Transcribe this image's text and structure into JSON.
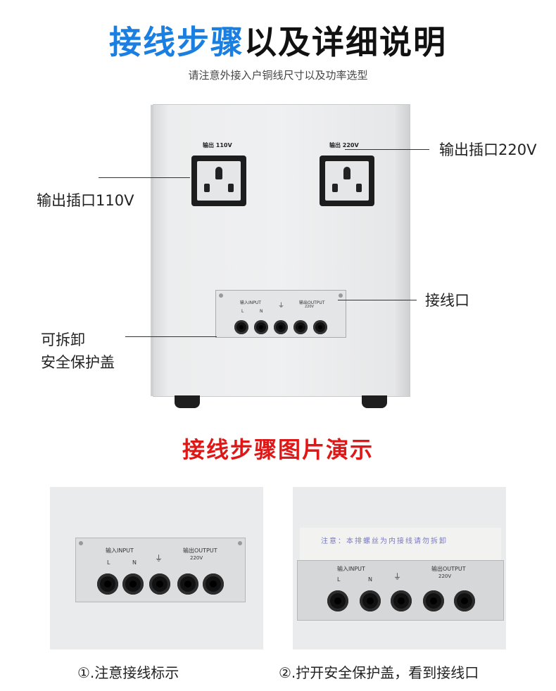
{
  "header": {
    "title_blue": "接线步骤",
    "title_black": "以及详细说明",
    "subtitle": "请注意外接入户铜线尺寸以及功率选型"
  },
  "device": {
    "socket_left_label": "输出 110V",
    "socket_right_label": "输出 220V",
    "panel_input_label": "输入INPUT",
    "panel_output_label": "输出OUTPUT",
    "panel_voltage": "220V",
    "panel_l": "L",
    "panel_n": "N",
    "ground_symbol": "⏚"
  },
  "callouts": {
    "output_220": "输出插口220V",
    "output_110": "输出插口110V",
    "terminal": "接线口",
    "cover_line1": "可拆卸",
    "cover_line2": "安全保护盖"
  },
  "section": {
    "title": "接线步骤图片演示"
  },
  "photos": {
    "p1": {
      "input_label": "输入INPUT",
      "output_label": "输出OUTPUT",
      "voltage": "220V",
      "l": "L",
      "n": "N",
      "caption": "①.注意接线标示"
    },
    "p2": {
      "warning_text": "注意：本排螺丝为内接线请勿拆卸",
      "input_label": "输入INPUT",
      "output_label": "输出OUTPUT",
      "voltage": "220V",
      "l": "L",
      "n": "N",
      "caption": "②.拧开安全保护盖，看到接线口"
    }
  },
  "colors": {
    "blue": "#1a7fe0",
    "red": "#e01717"
  }
}
